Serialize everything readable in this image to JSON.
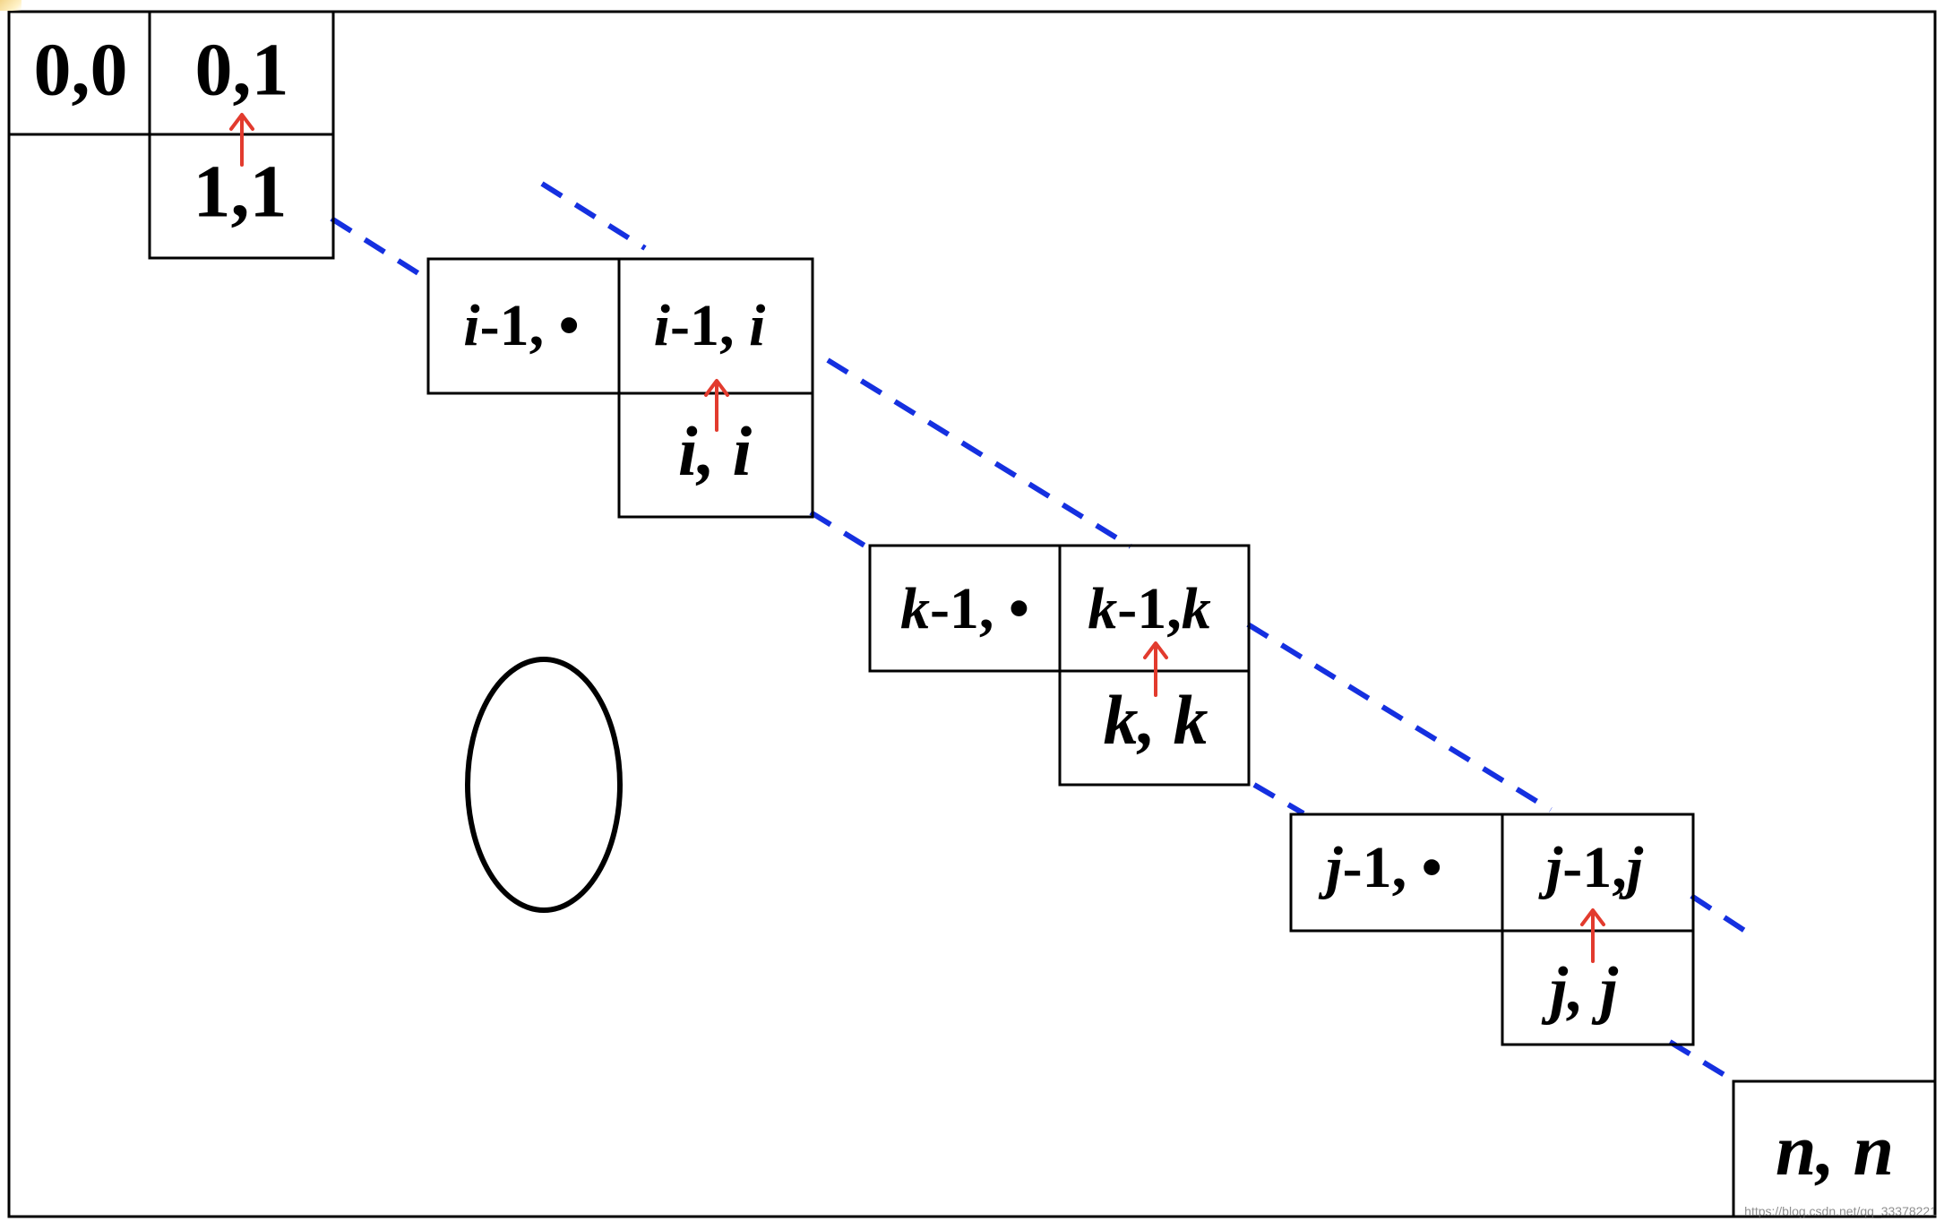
{
  "cells": {
    "c00": "0,0",
    "c01": "0,1",
    "c11": "1,1",
    "i_dot_pre": "i",
    "i_dot_post": "-1, •",
    "i1i_a": "i",
    "i1i_b": "-1, ",
    "i1i_c": "i",
    "ii": "i, i",
    "k_dot_pre": "k",
    "k_dot_post": "-1, •",
    "k1k_a": "k",
    "k1k_b": "-1,",
    "k1k_c": "k",
    "kk": "k, k",
    "j_dot_pre": "j",
    "j_dot_post": "-1, •",
    "j1j_a": "j",
    "j1j_b": "-1,",
    "j1j_c": "j",
    "jj": "j,  j",
    "nn": "n, n"
  },
  "watermark": "https://blog.csdn.net/qq_33378221",
  "colors": {
    "dash_line": "#1530e0",
    "arrow": "#e23b2e",
    "outline": "#000000"
  },
  "icons": {
    "arrow": "up-arrow-icon",
    "ellipse": "ellipse-shape"
  }
}
